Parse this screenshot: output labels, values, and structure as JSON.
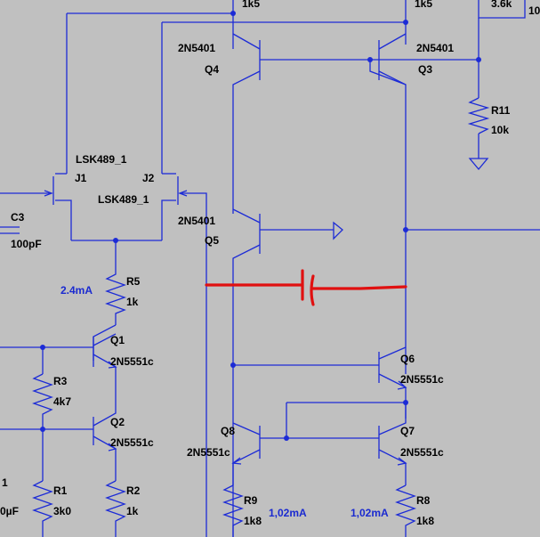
{
  "labels": {
    "r_top1": "1k5",
    "r_top2": "1k5",
    "r_top3": "3.6k",
    "r_top4": "10",
    "q4_type": "2N5401",
    "q4_name": "Q4",
    "q3_type": "2N5401",
    "q3_name": "Q3",
    "r11_name": "R11",
    "r11_val": "10k",
    "j1_type": "LSK489_1",
    "j1_name": "J1",
    "j2_name": "J2",
    "j2_type": "LSK489_1",
    "c3_name": "C3",
    "c3_val": "100pF",
    "q5_type": "2N5401",
    "q5_name": "Q5",
    "r5_name": "R5",
    "r5_val": "1k",
    "r5_cur": "2.4mA",
    "q1_name": "Q1",
    "q1_type": "2N5551c",
    "r3_name": "R3",
    "r3_val": "4k7",
    "q2_name": "Q2",
    "q2_type": "2N5551c",
    "q6_name": "Q6",
    "q6_type": "2N5551c",
    "q8_name": "Q8",
    "q8_type": "2N5551c",
    "q7_name": "Q7",
    "q7_type": "2N5551c",
    "left_1": "1",
    "left_cap": "0µF",
    "r1_name": "R1",
    "r1_val": "3k0",
    "r2_name": "R2",
    "r2_val": "1k",
    "r9_name": "R9",
    "r9_val": "1k8",
    "r9_cur": "1,02mA",
    "r8_cur": "1,02mA",
    "r8_name": "R8",
    "r8_val": "1k8"
  },
  "colors": {
    "wire": "#1c2bd6",
    "background": "#c0c0c0",
    "annotation": "#e01010",
    "current": "#1a2ad0"
  }
}
